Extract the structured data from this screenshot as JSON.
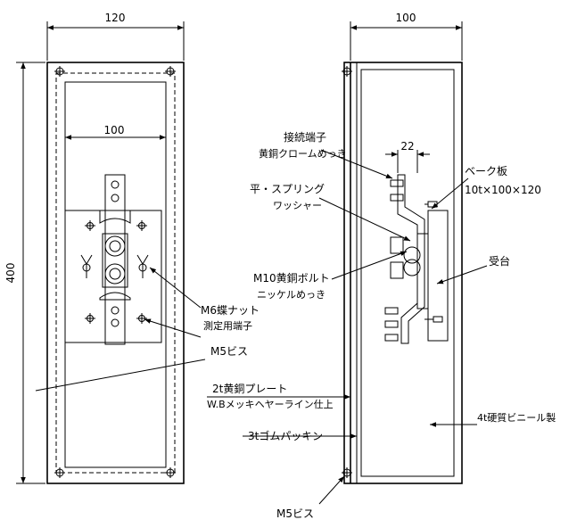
{
  "dimensions": {
    "front_width": "120",
    "side_width": "100",
    "height": "400",
    "inner_width": "100",
    "terminal_spacing": "22"
  },
  "labels": {
    "connection_terminal_1": "接続端子",
    "connection_terminal_2": "黄銅クロームめっき",
    "washer_1": "平・スプリング",
    "washer_2": "ワッシャー",
    "bolt_1": "M10黄銅ボルト",
    "bolt_2": "ニッケルめっき",
    "bakelite_1": "ベーク板",
    "bakelite_2": "10t×100×120",
    "support": "受台",
    "wing_nut_1": "M6蝶ナット",
    "wing_nut_2": "測定用端子",
    "screw_front": "M5ビス",
    "plate_1": "2t黄銅プレート",
    "plate_2": "W.Bメッキヘヤーライン仕上",
    "rubber": "3tゴムパッキン",
    "vinyl": "4t硬質ビニール製",
    "screw_bottom": "M5ビス"
  }
}
